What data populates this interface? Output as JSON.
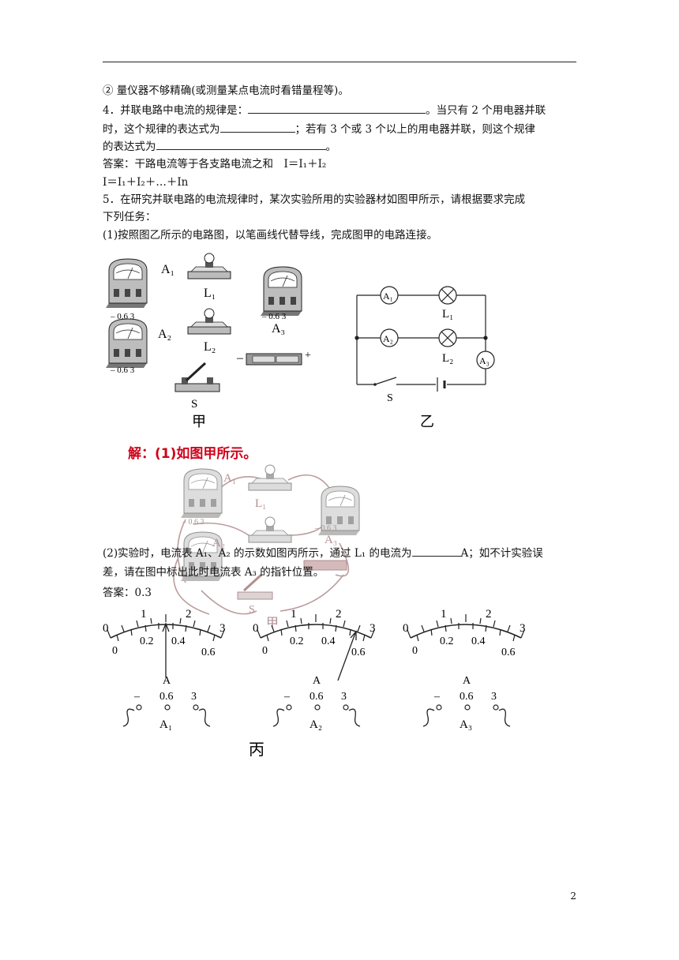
{
  "lines": {
    "l1": "② 量仪器不够精确(或测量某点电流时看错量程等)。",
    "l2a": "4．并联电路中电流的规律是：",
    "l2b": "。当只有 2 个用电器并联",
    "l3a": "时，这个规律的表达式为",
    "l3b": "；若有 3 个或 3 个以上的用电器并联，则这个规律",
    "l4a": "的表达式为",
    "l4b": "。",
    "l5": "答案：干路电流等于各支路电流之和　I＝I₁＋I₂",
    "l6": "I＝I₁＋I₂＋…＋In",
    "l7": "5．在研究并联电路的电流规律时，某次实验所用的实验器材如图甲所示，请根据要求完成",
    "l8": "下列任务：",
    "l9": "(1)按照图乙所示的电路图，以笔画线代替导线，完成图甲的电路连接。",
    "l10a": "(2)实验时，电流表 A₁、A₂ 的示数如图丙所示，通过 L₁ 的电流为",
    "l10b": "A；如不计实验误",
    "l11": "差，请在图中标出此时电流表 A₃ 的指针位置。",
    "l12": "答案：0.3"
  },
  "solution": "解：(1)如图甲所示。",
  "fig_jia": {
    "caption": "甲",
    "a1": "A₁",
    "a2": "A₂",
    "a3": "A₃",
    "l1": "L₁",
    "l2": "L₂",
    "s": "S",
    "scale": "– 0.6 3",
    "minus": "–",
    "plus": "+",
    "dial_a": "A"
  },
  "fig_yi": {
    "caption": "乙",
    "a1": "A₁",
    "a2": "A₂",
    "a3": "A₃",
    "l1": "L₁",
    "l2": "L₂",
    "s": "S"
  },
  "fig_bing": {
    "caption": "丙",
    "upper_ticks": [
      "0",
      "1",
      "2",
      "3"
    ],
    "lower_ticks": [
      "0",
      "0.2",
      "0.4",
      "0.6"
    ],
    "unit": "A",
    "terminals": [
      "–",
      "0.6",
      "3"
    ],
    "meters": [
      "A₁",
      "A₂",
      "A₃"
    ]
  },
  "page_number": "2"
}
